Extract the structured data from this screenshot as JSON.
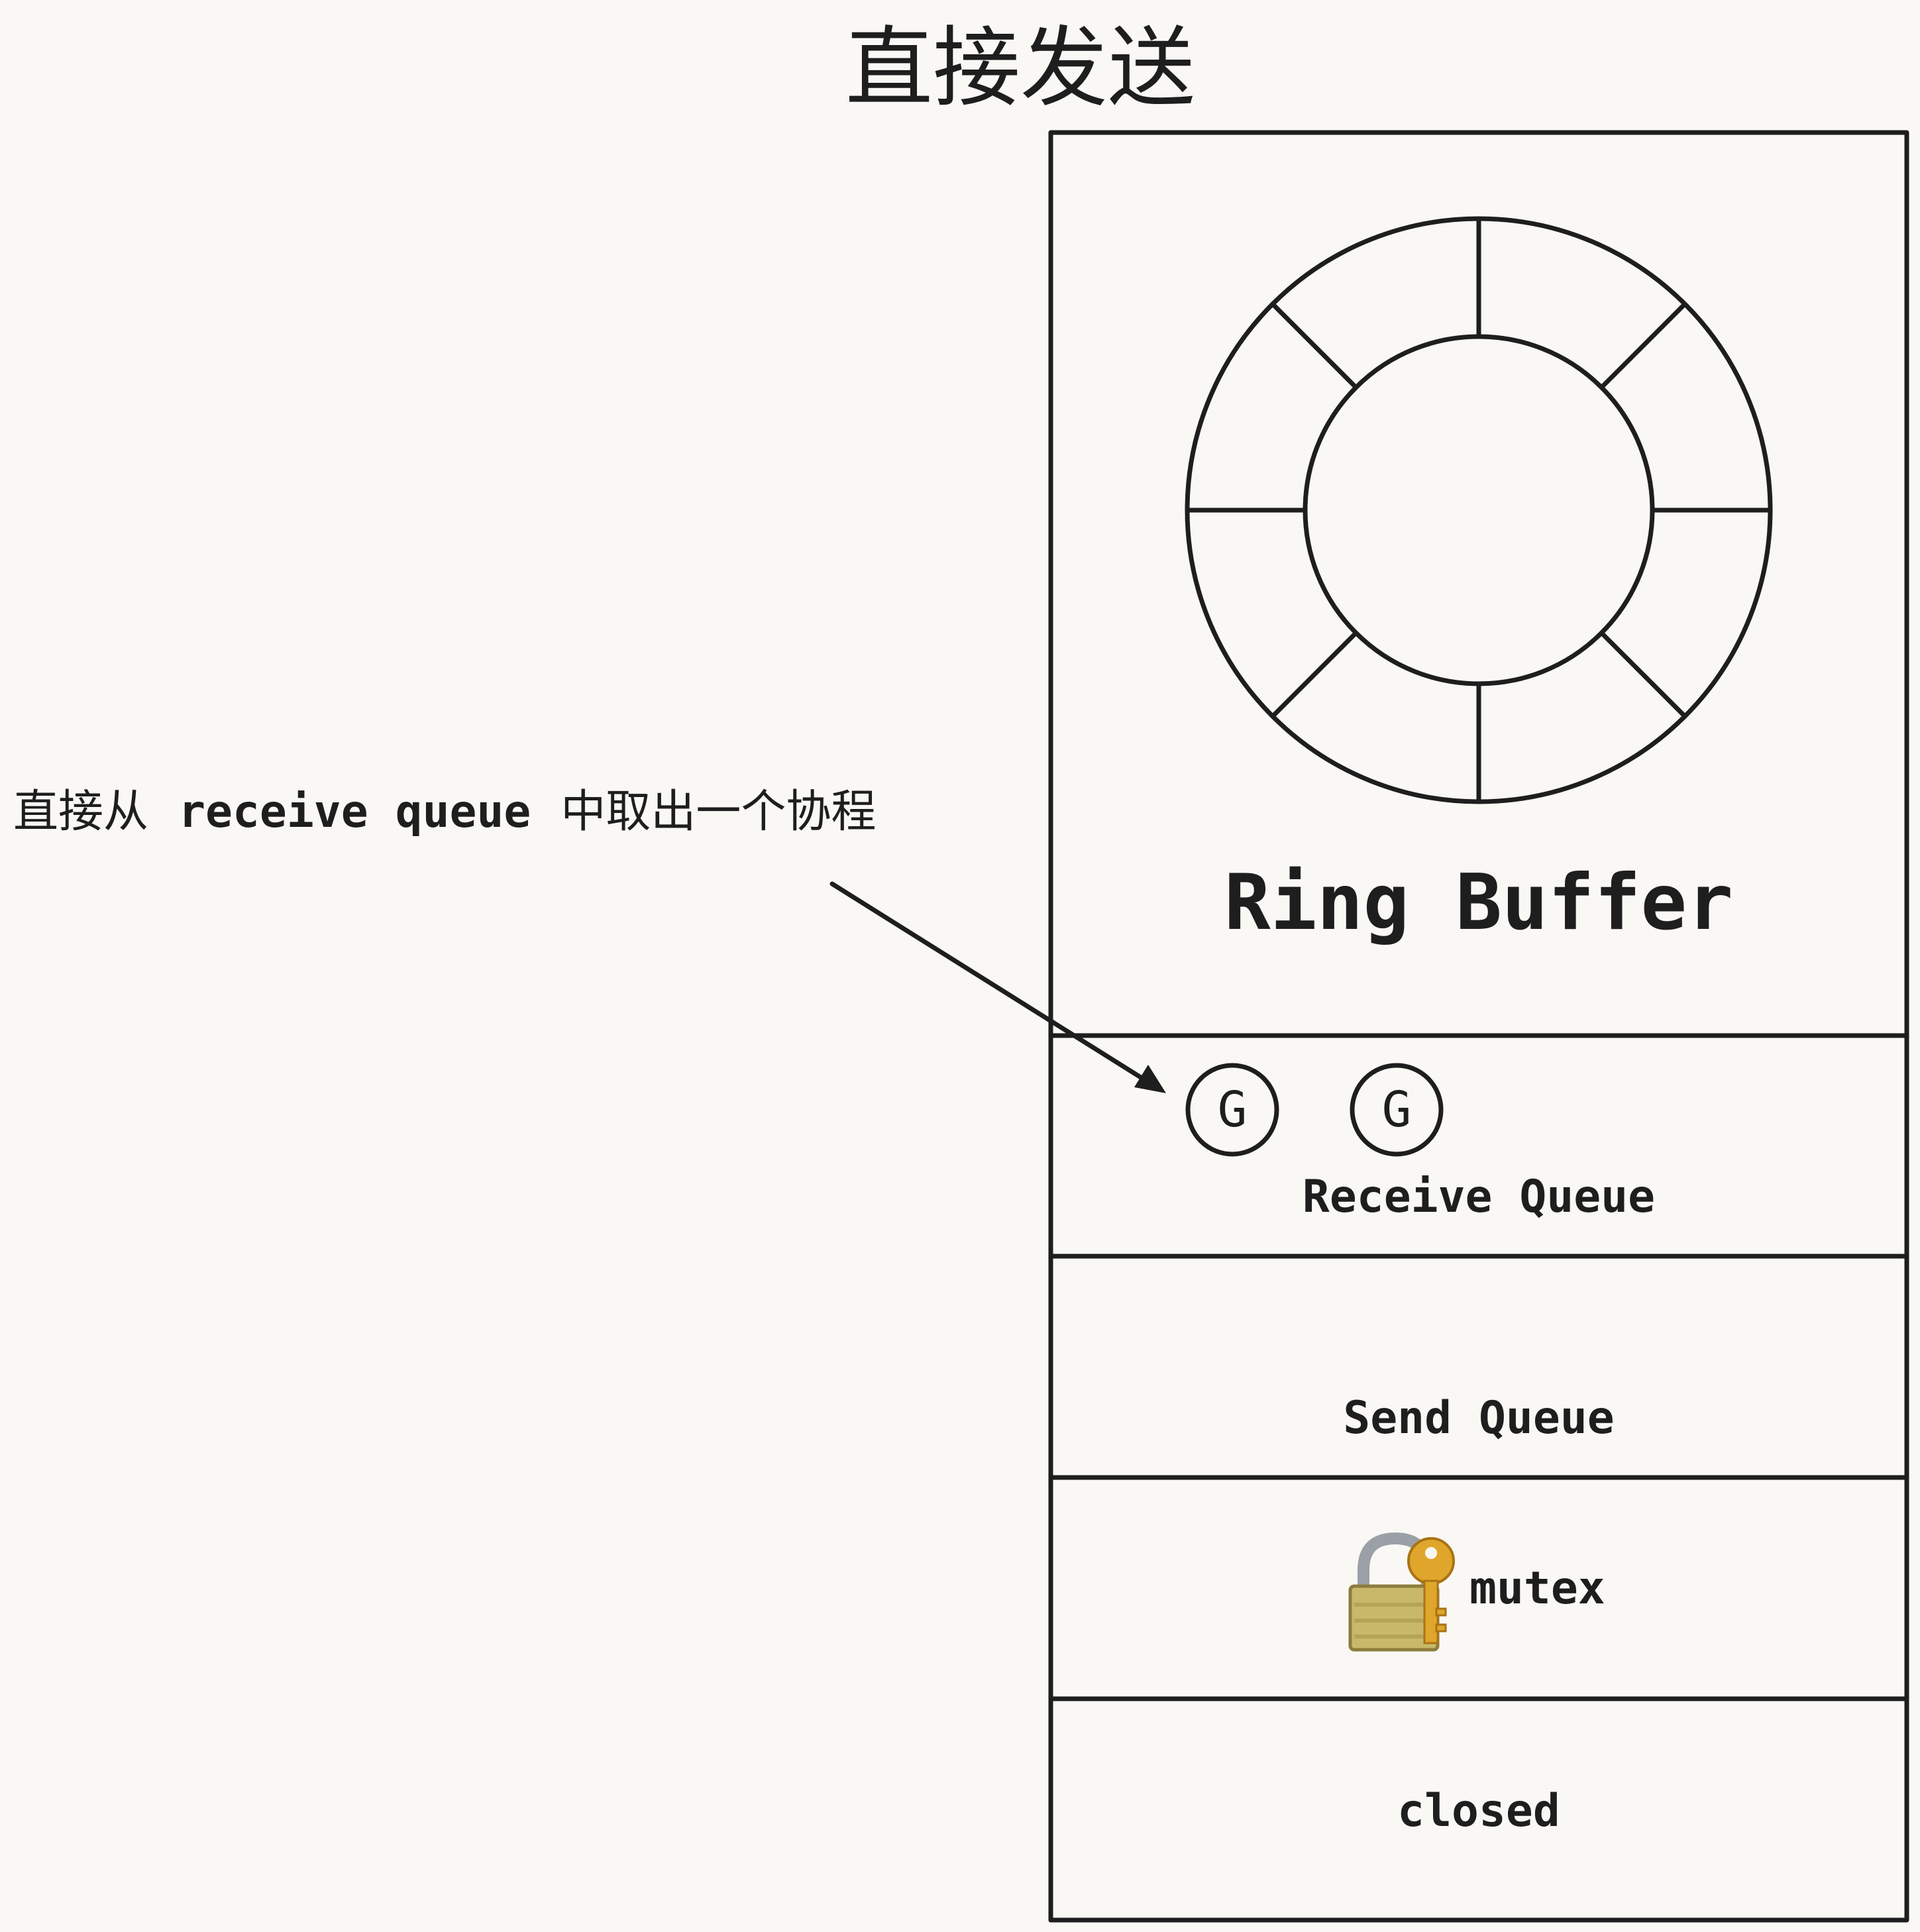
{
  "title": "直接发送",
  "annotation": {
    "prefix": "直接从",
    "code": "receive queue",
    "suffix": "中取出一个协程"
  },
  "channel": {
    "ring_buffer_label": "Ring Buffer",
    "ring_buffer_slots": 8,
    "receive_queue": {
      "label": "Receive Queue",
      "goroutines": [
        "G",
        "G"
      ]
    },
    "send_queue": {
      "label": "Send Queue"
    },
    "mutex": {
      "label": "mutex",
      "icon": "lock-with-key-icon"
    },
    "closed": {
      "label": "closed"
    }
  },
  "colors": {
    "background": "#faf8f5",
    "stroke": "#1e1e1e",
    "lock_body": "#c9b86a",
    "lock_shackle": "#9aa0a6",
    "key": "#e0a62c"
  }
}
